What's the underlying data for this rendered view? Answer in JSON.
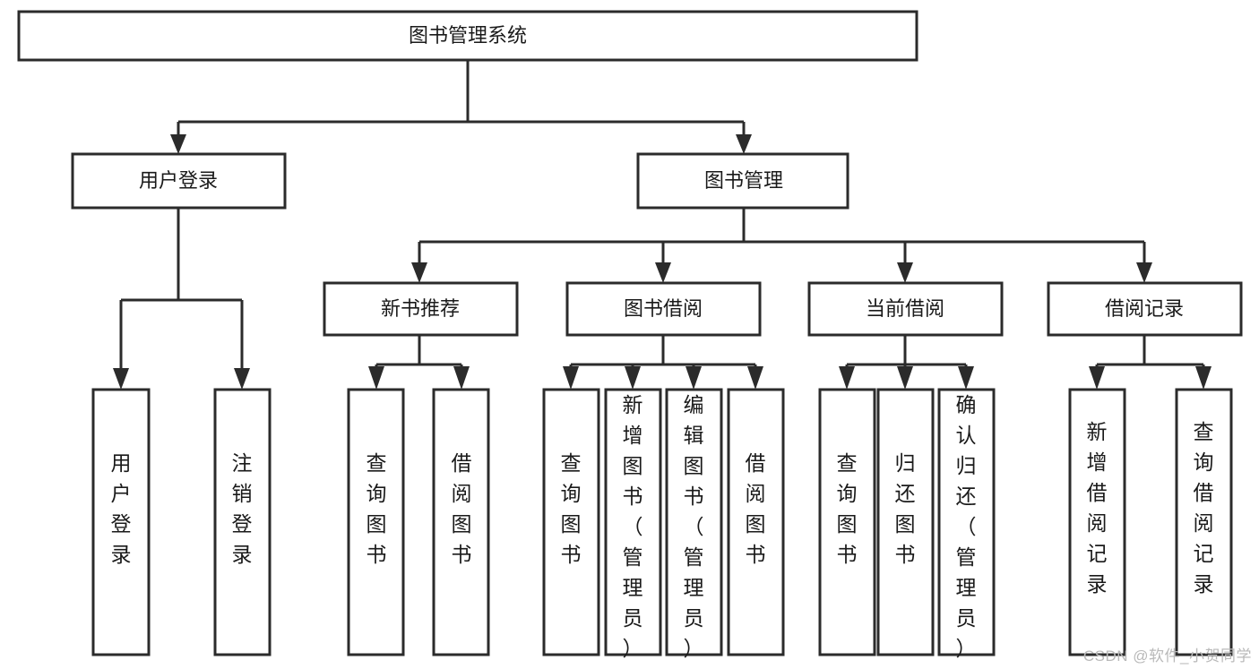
{
  "diagram": {
    "type": "tree-hierarchy",
    "title": "图书管理系统",
    "orientation": "top-down",
    "colors": {
      "stroke": "#2b2b2b",
      "fill": "#ffffff",
      "text": "#1a1a1a",
      "watermark": "#b9b9b9"
    },
    "root": {
      "id": "root",
      "label": "图书管理系统"
    },
    "level2": [
      {
        "id": "user-login",
        "label": "用户登录"
      },
      {
        "id": "book-manage",
        "label": "图书管理"
      }
    ],
    "level3": [
      {
        "id": "new-book-recommend",
        "label": "新书推荐",
        "parent": "book-manage"
      },
      {
        "id": "book-borrow",
        "label": "图书借阅",
        "parent": "book-manage"
      },
      {
        "id": "current-borrow",
        "label": "当前借阅",
        "parent": "book-manage"
      },
      {
        "id": "borrow-record",
        "label": "借阅记录",
        "parent": "book-manage"
      }
    ],
    "leaves": [
      {
        "id": "leaf-user-login",
        "label": "用户登录",
        "parent": "user-login"
      },
      {
        "id": "leaf-logout",
        "label": "注销登录",
        "parent": "user-login"
      },
      {
        "id": "leaf-query-book-1",
        "label": "查询图书",
        "parent": "new-book-recommend"
      },
      {
        "id": "leaf-borrow-book-1",
        "label": "借阅图书",
        "parent": "new-book-recommend"
      },
      {
        "id": "leaf-query-book-2",
        "label": "查询图书",
        "parent": "book-borrow"
      },
      {
        "id": "leaf-add-book",
        "label": "新增图书（管理员）",
        "parent": "book-borrow"
      },
      {
        "id": "leaf-edit-book",
        "label": "编辑图书（管理员）",
        "parent": "book-borrow"
      },
      {
        "id": "leaf-borrow-book-2",
        "label": "借阅图书",
        "parent": "book-borrow"
      },
      {
        "id": "leaf-query-book-3",
        "label": "查询图书",
        "parent": "current-borrow"
      },
      {
        "id": "leaf-return-book",
        "label": "归还图书",
        "parent": "current-borrow"
      },
      {
        "id": "leaf-confirm-return",
        "label": "确认归还（管理员）",
        "parent": "current-borrow"
      },
      {
        "id": "leaf-add-record",
        "label": "新增借阅记录",
        "parent": "borrow-record"
      },
      {
        "id": "leaf-query-record",
        "label": "查询借阅记录",
        "parent": "borrow-record"
      }
    ]
  },
  "watermark": {
    "text": "CSDN @软件_小贺同学"
  }
}
